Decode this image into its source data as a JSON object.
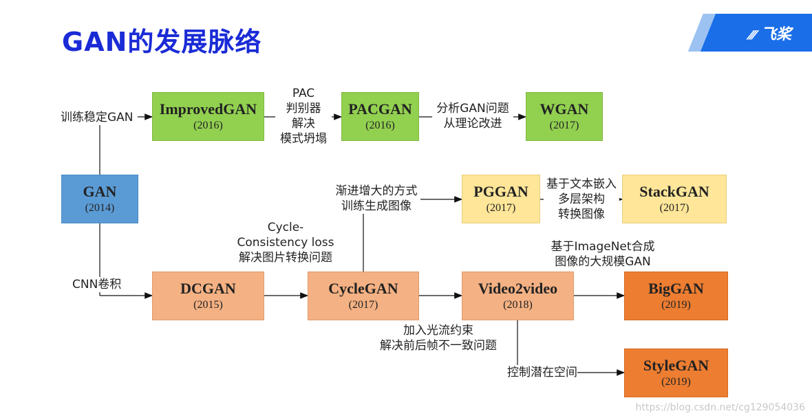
{
  "title": "GAN的发展脉络",
  "logo": {
    "text": "飞桨",
    "brand_color": "#1a6ee8"
  },
  "nodes": {
    "gan": {
      "name": "GAN",
      "year": "(2014)"
    },
    "improvedgan": {
      "name": "ImprovedGAN",
      "year": "(2016)"
    },
    "pacgan": {
      "name": "PACGAN",
      "year": "(2016)"
    },
    "wgan": {
      "name": "WGAN",
      "year": "(2017)"
    },
    "pggan": {
      "name": "PGGAN",
      "year": "(2017)"
    },
    "stackgan": {
      "name": "StackGAN",
      "year": "(2017)"
    },
    "dcgan": {
      "name": "DCGAN",
      "year": "(2015)"
    },
    "cyclegan": {
      "name": "CycleGAN",
      "year": "(2017)"
    },
    "video2video": {
      "name": "Video2video",
      "year": "(2018)"
    },
    "biggan": {
      "name": "BigGAN",
      "year": "(2019)"
    },
    "stylegan": {
      "name": "StyleGAN",
      "year": "(2019)"
    }
  },
  "labels": {
    "stable_training": "训练稳定GAN",
    "pac": {
      "l1": "PAC",
      "l2": "判别器",
      "l3": "解决",
      "l4": "模式坍塌"
    },
    "analyze": {
      "l1": "分析GAN问题",
      "l2": "从理论改进"
    },
    "progressive": {
      "l1": "渐进增大的方式",
      "l2": "训练生成图像"
    },
    "text_embed": {
      "l1": "基于文本嵌入",
      "l2": "多层架构",
      "l3": "转换图像"
    },
    "cycle_loss": {
      "l1": "Cycle-",
      "l2": "Consistency loss",
      "l3": "解决图片转换问题"
    },
    "imagenet": {
      "l1": "基于ImageNet合成",
      "l2": "图像的大规模GAN"
    },
    "optical_flow": {
      "l1": "加入光流约束",
      "l2": "解决前后帧不一致问题"
    },
    "cnn": "CNN卷积",
    "latent": "控制潜在空间"
  },
  "colors": {
    "green": "#92d050",
    "blue": "#5b9bd5",
    "yellow": "#ffe699",
    "salmon": "#f4b183",
    "orange": "#ed7d31",
    "title": "#1a2bd6"
  },
  "watermark": "https://blog.csdn.net/cg129054036"
}
